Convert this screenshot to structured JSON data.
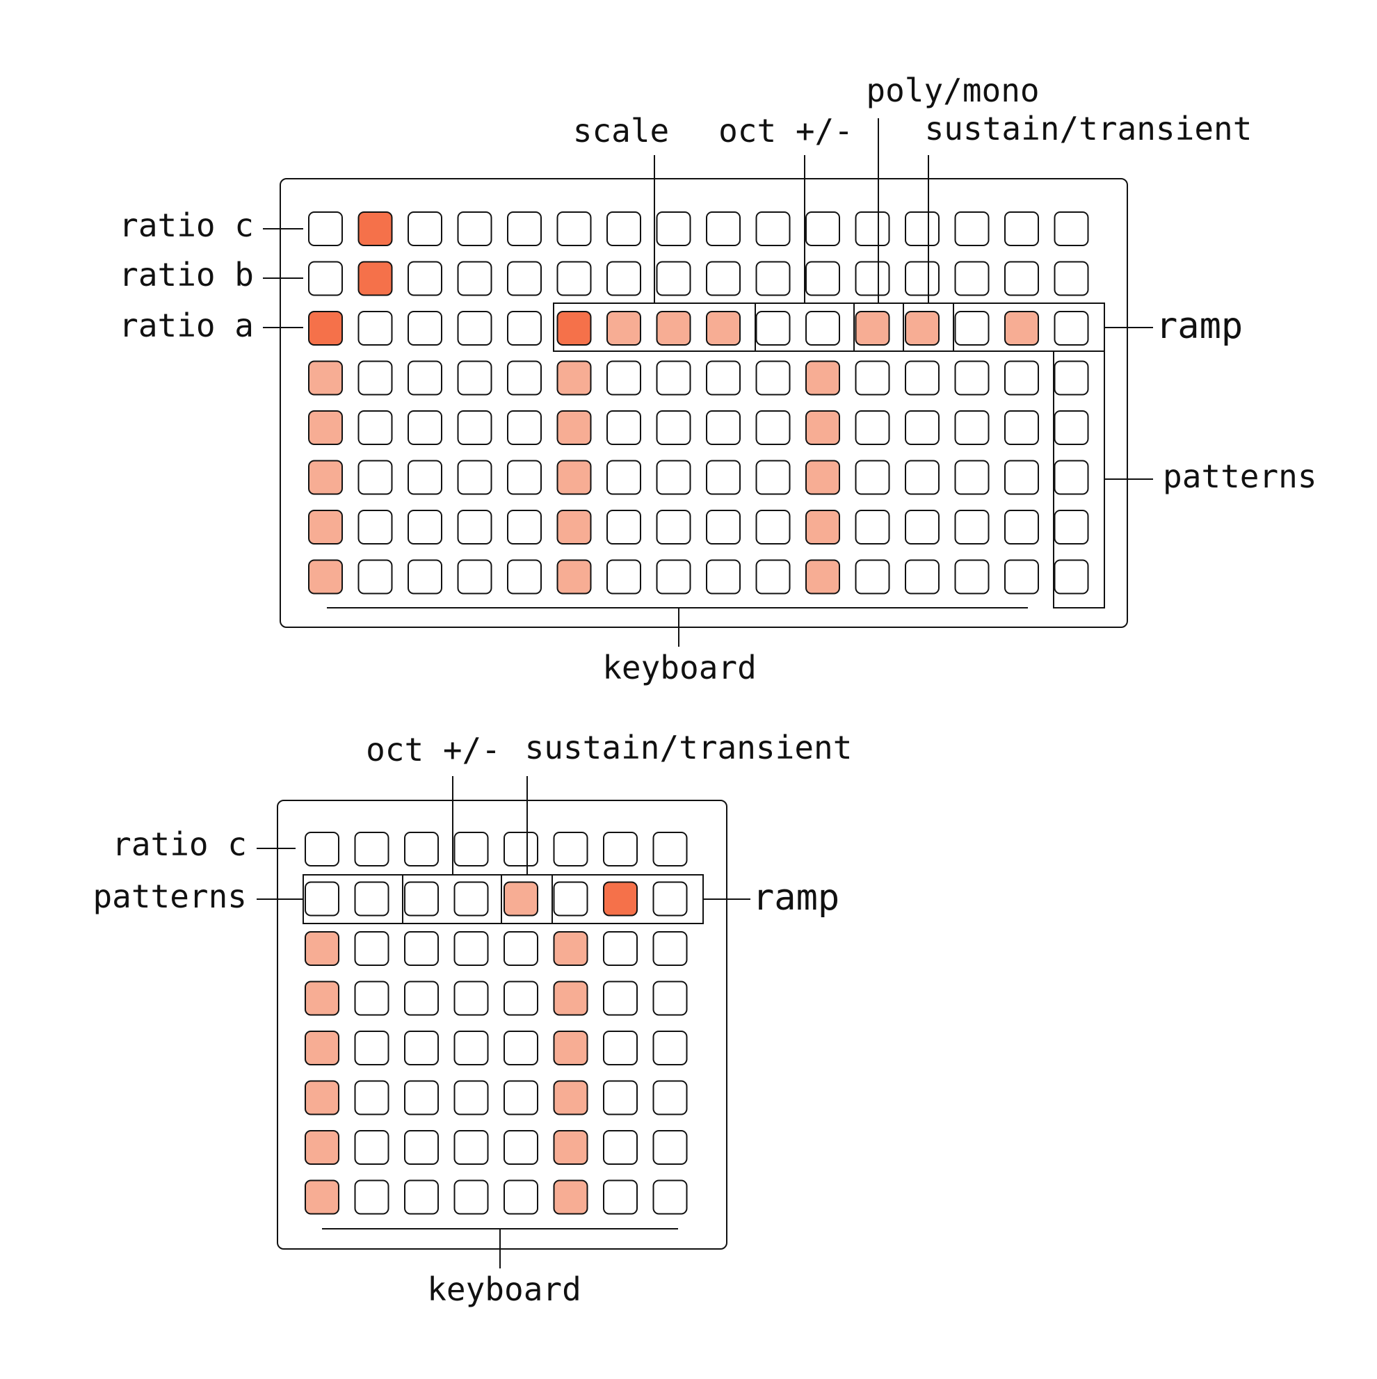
{
  "colors": {
    "on": "#f5714a",
    "dim": "#f7ad94",
    "off": "#ffffff",
    "stroke": "#111111",
    "background": "#ffffff"
  },
  "grid128": {
    "labels": {
      "ratio_c": "ratio c",
      "ratio_b": "ratio b",
      "ratio_a": "ratio a",
      "scale": "scale",
      "oct": "oct +/-",
      "poly_mono": "poly/mono",
      "sustain_transient": "sustain/transient",
      "ramp": "ramp",
      "patterns": "patterns",
      "keyboard": "keyboard"
    },
    "cells": [
      "0100000000000000",
      "0100000000000000",
      "1000012220022020",
      "2000020000200000",
      "2000020000200000",
      "2000020000200000",
      "2000020000200000",
      "2000020000200000"
    ]
  },
  "grid64": {
    "labels": {
      "ratio_c": "ratio c",
      "patterns": "patterns",
      "oct": "oct +/-",
      "sustain_transient": "sustain/transient",
      "ramp": "ramp",
      "keyboard": "keyboard"
    },
    "cells": [
      "00000000",
      "00002010",
      "20000200",
      "20000200",
      "20000200",
      "20000200",
      "20000200",
      "20000200"
    ]
  }
}
